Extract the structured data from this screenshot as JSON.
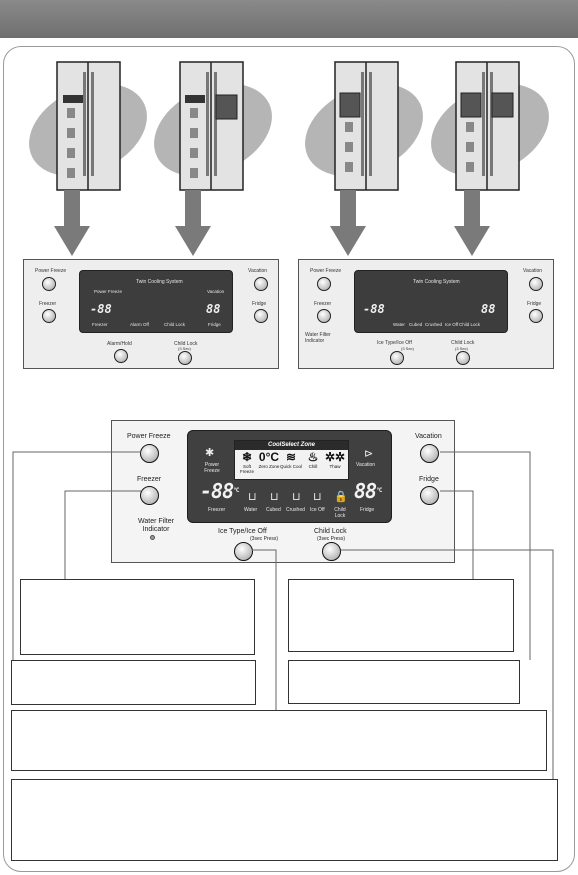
{
  "small_panel_left": {
    "power_freeze": "Power Freeze",
    "freezer": "Freezer",
    "vacation": "Vacation",
    "fridge": "Fridge",
    "system": "Twin Cooling System",
    "power_freeze_icon": "Power Freeze",
    "vacation_icon": "Vacation",
    "freezer_display": "Freezer",
    "alarm": "Alarm Off",
    "child_lock": "Child Lock",
    "fridge_display": "Fridge",
    "alarm_button": "Alarm/Hold",
    "child_lock_button": "Child Lock",
    "hold": "(3 Sec)",
    "freezer_temp": "-88",
    "fridge_temp": "88"
  },
  "small_panel_right": {
    "power_freeze": "Power Freeze",
    "freezer": "Freezer",
    "water_filter": "Water Filter Indicator",
    "vacation": "Vacation",
    "fridge": "Fridge",
    "system": "Twin Cooling System",
    "icons": [
      "Water",
      "Cubed",
      "Crushed",
      "Ice Off",
      "Child Lock"
    ],
    "ice_type": "Ice Type/Ice Off",
    "child_lock_button": "Child Lock",
    "hold": "(3 Sec)",
    "freezer_temp": "-88",
    "fridge_temp": "88"
  },
  "big_panel": {
    "power_freeze": "Power Freeze",
    "freezer": "Freezer",
    "water_filter": "Water Filter Indicator",
    "vacation": "Vacation",
    "fridge": "Fridge",
    "ice_type": "Ice Type/Ice Off",
    "child_lock": "Child Lock",
    "hold": "(3sec Press)",
    "zone_title": "CoolSelect Zone",
    "zone_items": [
      {
        "glyph": "❄",
        "label": "Soft Freeze"
      },
      {
        "glyph": "0°C",
        "label": "Zero Zone"
      },
      {
        "glyph": "≋",
        "label": "Quick Cool"
      },
      {
        "glyph": "♨",
        "label": "Chill"
      },
      {
        "glyph": "✲✲",
        "label": "Thaw"
      }
    ],
    "power_freeze_label": "Power Freeze",
    "vacation_label": "Vacation",
    "freezer_temp": "-88",
    "fridge_temp": "88",
    "unit": "°C",
    "freezer_label": "Freezer",
    "fridge_label": "Fridge",
    "bottom_icons": [
      "Water",
      "Cubed",
      "Crushed",
      "Ice Off",
      "Child Lock"
    ]
  }
}
